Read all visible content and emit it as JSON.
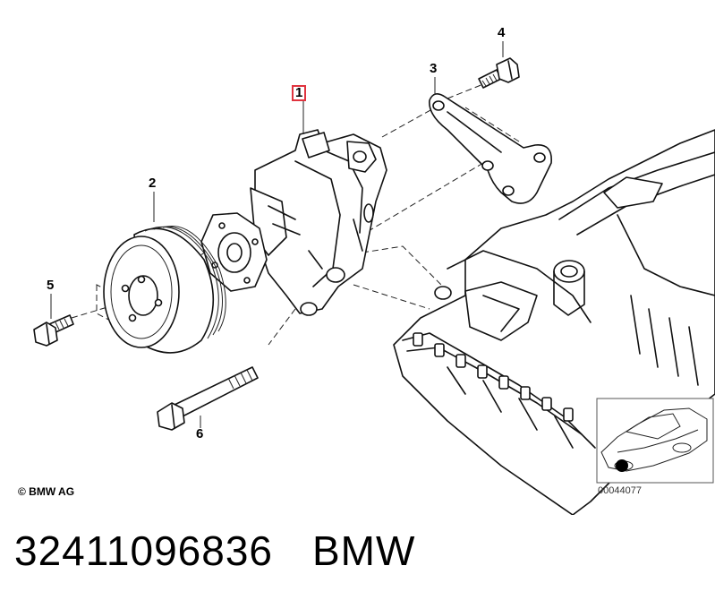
{
  "callouts": [
    {
      "id": "1",
      "label": "1",
      "highlighted": true
    },
    {
      "id": "2",
      "label": "2"
    },
    {
      "id": "3",
      "label": "3"
    },
    {
      "id": "4",
      "label": "4"
    },
    {
      "id": "5",
      "label": "5"
    },
    {
      "id": "6",
      "label": "6"
    }
  ],
  "copyright": "© BMW AG",
  "diagram_id": "00044077",
  "footer": {
    "part_number": "32411096836",
    "brand": "BMW"
  },
  "colors": {
    "highlight_box": "#e0343f",
    "line": "#111111",
    "background": "#ffffff"
  }
}
